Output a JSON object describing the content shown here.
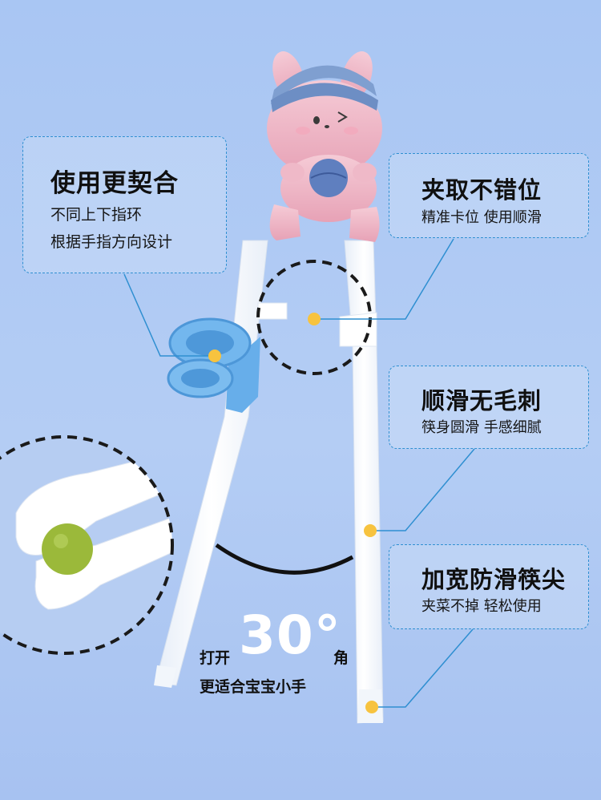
{
  "callouts": {
    "fit": {
      "title": "使用更契合",
      "line1": "不同上下指环",
      "line2": "根据手指方向设计"
    },
    "grip": {
      "title": "夹取不错位",
      "line1": "精准卡位 使用顺滑"
    },
    "smooth": {
      "title": "顺滑无毛刺",
      "line1": "筷身圆滑 手感细腻"
    },
    "tip": {
      "title": "加宽防滑筷尖",
      "line1": "夹菜不掉 轻松使用"
    }
  },
  "angle": {
    "prefix": "打开",
    "value": "30°",
    "suffix": "角",
    "subtitle": "更适合宝宝小手"
  },
  "colors": {
    "background": "#b0c9f3",
    "callout_border": "#2f8fd1",
    "marker_dot": "#f7c33f",
    "rabbit_pink": "#efb9c8",
    "hat_blue": "#7f9fd0",
    "finger_ring_blue": "#69b1ec",
    "ball_green": "#9bb93a"
  },
  "icons": [
    "rabbit-figure",
    "finger-ring-icon",
    "zoom-circle",
    "marker-dot"
  ]
}
